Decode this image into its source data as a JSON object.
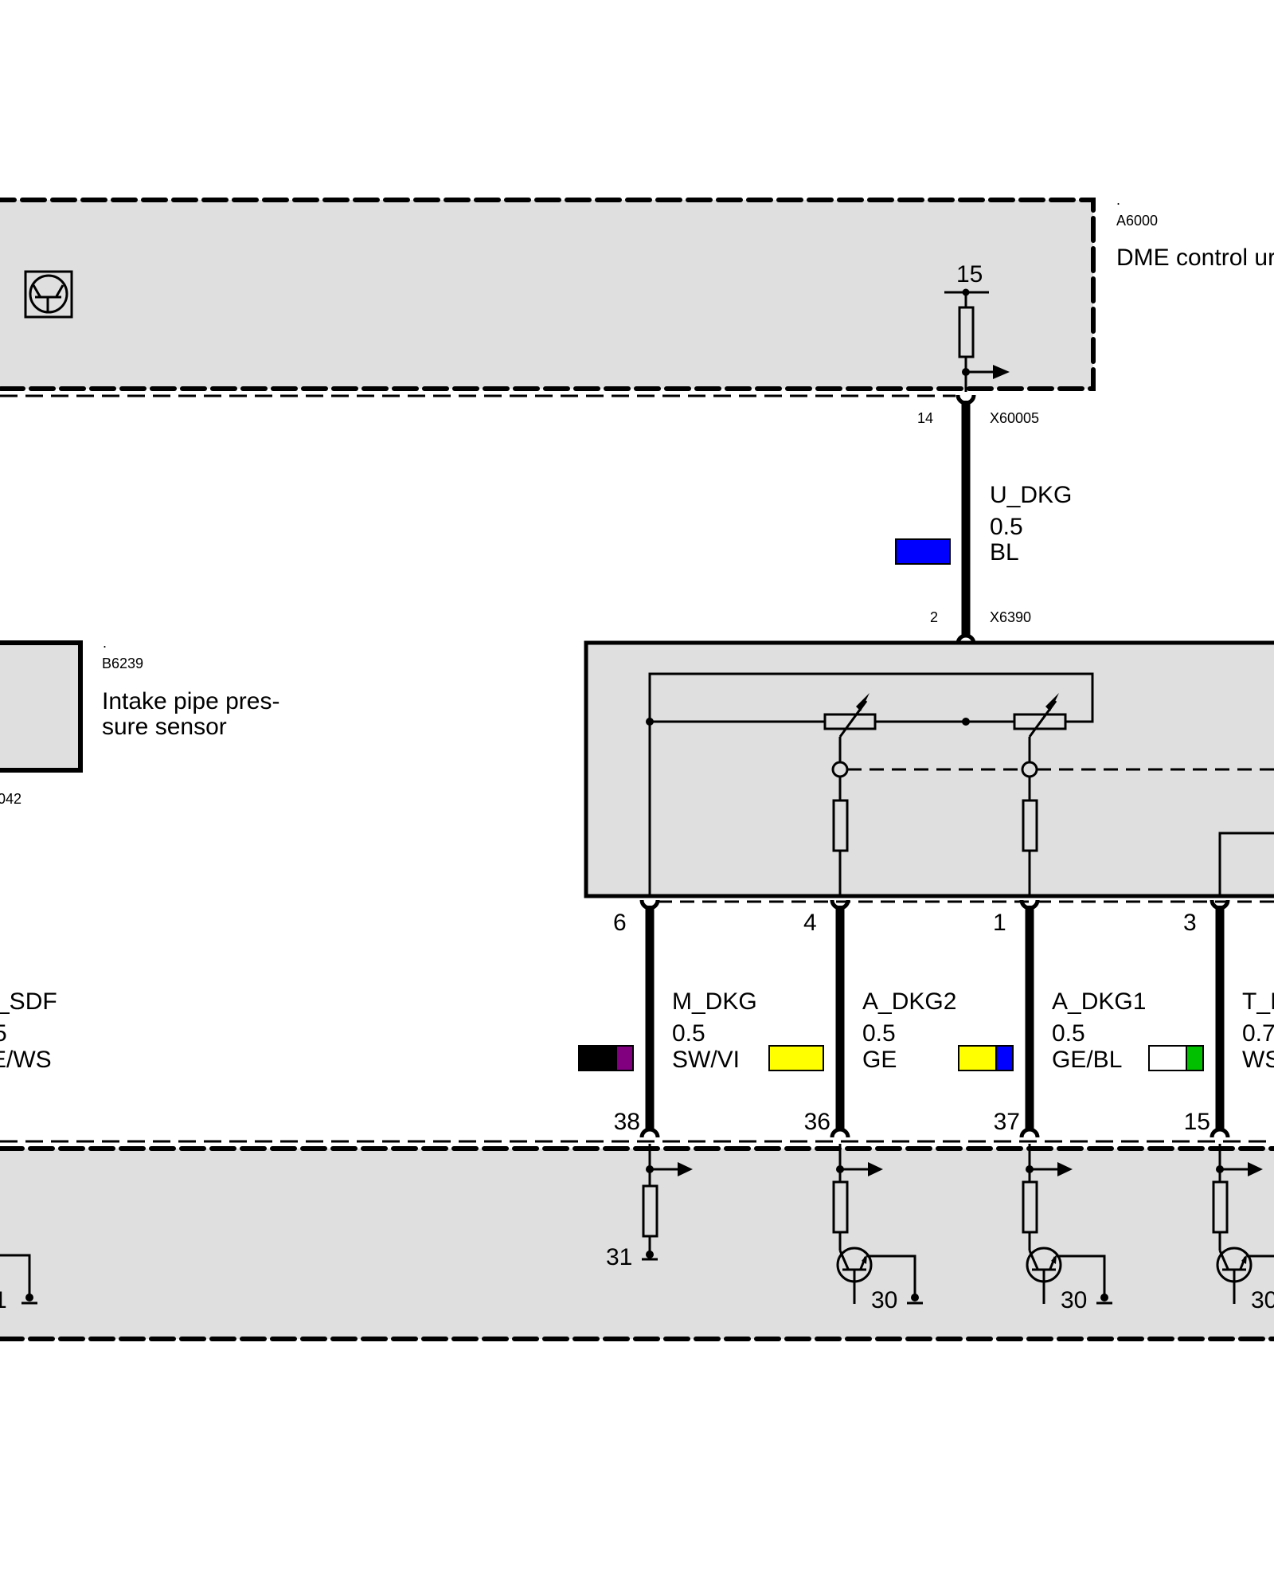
{
  "dme": {
    "dot": ".",
    "id": "A6000",
    "name": "DME control ur",
    "terminal_top": "15",
    "icon": "transistor-icon"
  },
  "supply_wire": {
    "pin_dme": "14",
    "connector_dme": "X60005",
    "signal": "U_DKG",
    "gauge": "0.5",
    "color_code": "BL",
    "colors": [
      "#0000ff"
    ],
    "pin_sensor": "2",
    "connector_sensor": "X6390"
  },
  "sensor": {
    "dot": ".",
    "id": "B6239",
    "name_line1": "Intake pipe pres-",
    "name_line2": "sure sensor",
    "left_partial_label": "042"
  },
  "left_partial_wire": {
    "signal": "_SDF",
    "gauge": "5",
    "color_code": "E/WS",
    "ground_label": "1"
  },
  "wires": [
    {
      "pin_top": "6",
      "pin_bottom": "38",
      "signal": "M_DKG",
      "gauge": "0.5",
      "color_code": "SW/VI",
      "colors": [
        "#000000",
        "#800080"
      ],
      "ground_label": "31"
    },
    {
      "pin_top": "4",
      "pin_bottom": "36",
      "signal": "A_DKG2",
      "gauge": "0.5",
      "color_code": "GE",
      "colors": [
        "#ffff00"
      ],
      "ground_label": "30"
    },
    {
      "pin_top": "1",
      "pin_bottom": "37",
      "signal": "A_DKG1",
      "gauge": "0.5",
      "color_code": "GE/BL",
      "colors": [
        "#ffff00",
        "#0000ff"
      ],
      "ground_label": "30"
    },
    {
      "pin_top": "3",
      "pin_bottom": "15",
      "signal": "T_I",
      "gauge": "0.7",
      "color_code": "WS",
      "colors": [
        "#ffffff",
        "#00c000"
      ],
      "ground_label": "30"
    }
  ]
}
